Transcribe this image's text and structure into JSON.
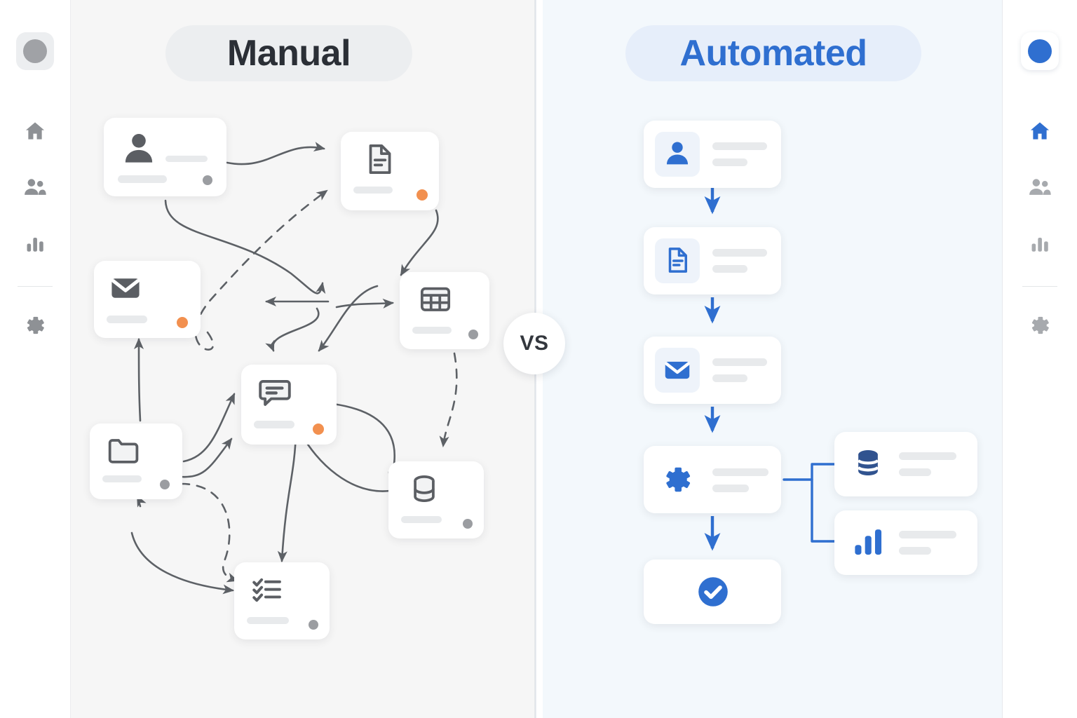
{
  "left_sidebar": {
    "logo_icon": "avatar-circle-grey",
    "items": [
      {
        "icon": "home-icon",
        "active": false
      },
      {
        "icon": "people-icon",
        "active": false
      },
      {
        "icon": "bar-chart-icon",
        "active": false
      },
      {
        "icon": "gear-icon",
        "active": false
      }
    ]
  },
  "right_sidebar": {
    "logo_icon": "avatar-circle-blue",
    "items": [
      {
        "icon": "home-icon",
        "active": true
      },
      {
        "icon": "people-icon",
        "active": false
      },
      {
        "icon": "bar-chart-icon",
        "active": false
      },
      {
        "icon": "gear-icon",
        "active": false
      }
    ]
  },
  "colors": {
    "accent_blue": "#2f6fd0",
    "status_orange": "#f2904f",
    "status_grey": "#9b9da1",
    "panel_left_bg": "#f6f6f6",
    "panel_right_bg": "#f3f8fc",
    "icon_grey": "#5b5e63",
    "placeholder_bar": "#e8eaec"
  },
  "left_panel": {
    "title": "Manual",
    "cards": [
      {
        "id": "m-person",
        "icon": "person-icon",
        "status": "grey"
      },
      {
        "id": "m-document",
        "icon": "document-icon",
        "status": "orange"
      },
      {
        "id": "m-email",
        "icon": "envelope-icon",
        "status": "orange"
      },
      {
        "id": "m-table",
        "icon": "table-icon",
        "status": "grey"
      },
      {
        "id": "m-chat",
        "icon": "chat-bubble-icon",
        "status": "orange"
      },
      {
        "id": "m-folder",
        "icon": "folder-icon",
        "status": "grey"
      },
      {
        "id": "m-database",
        "icon": "database-icon",
        "status": "grey"
      },
      {
        "id": "m-checklist",
        "icon": "checklist-icon",
        "status": "grey"
      }
    ]
  },
  "center": {
    "vs_label": "VS"
  },
  "right_panel": {
    "title": "Automated",
    "cards": [
      {
        "id": "a-person",
        "icon": "person-icon"
      },
      {
        "id": "a-document",
        "icon": "document-icon"
      },
      {
        "id": "a-email",
        "icon": "envelope-icon"
      },
      {
        "id": "a-gear",
        "icon": "gear-icon"
      },
      {
        "id": "a-check",
        "icon": "check-circle-icon"
      },
      {
        "id": "a-database",
        "icon": "database-icon"
      },
      {
        "id": "a-barchart",
        "icon": "bar-chart-icon"
      }
    ]
  }
}
